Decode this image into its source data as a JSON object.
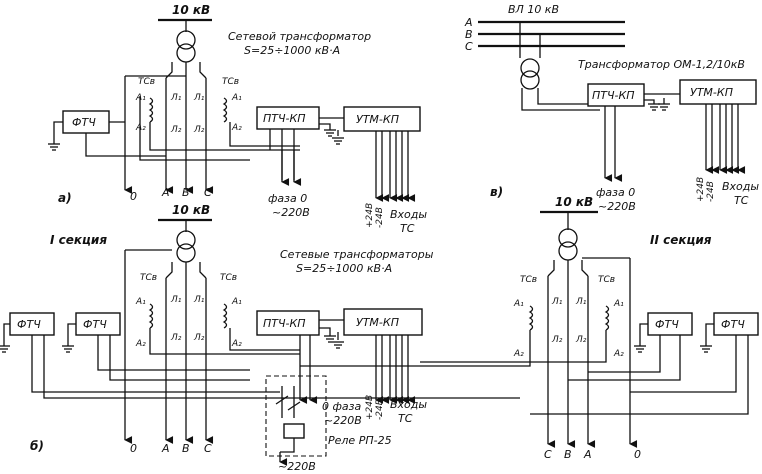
{
  "top_left": {
    "voltage": "10 кВ",
    "title_line1": "Сетевой трансформатор",
    "title_line2": "S=25÷1000 кВ·А",
    "tsv_left": "ТСв",
    "tsv_right": "ТСв",
    "a1": "A₁",
    "a2": "A₂",
    "l1": "Л₁",
    "l2": "Л₂",
    "ftch": "ФТЧ",
    "ptch": "ПТЧ-КП",
    "utm": "УТМ-КП",
    "outputs": [
      "0",
      "A",
      "B",
      "C"
    ],
    "phase_line1": "фаза 0",
    "phase_line2": "~220В",
    "v24a": "+24В",
    "v24b": "-24В",
    "inputs_line1": "Входы",
    "inputs_line2": "ТС",
    "label": "а)"
  },
  "top_right": {
    "line": "ВЛ 10 кВ",
    "phases": [
      "A",
      "B",
      "C"
    ],
    "title": "Трансформатор ОМ-1,2/10кВ",
    "ptch": "ПТЧ-КП",
    "utm": "УТМ-КП",
    "phase_line1": "фаза 0",
    "phase_line2": "~220В",
    "v24a": "+24В",
    "v24b": "-24В",
    "inputs_line1": "Входы",
    "inputs_line2": "ТС",
    "label": "в)"
  },
  "bottom": {
    "voltage_left": "10 кВ",
    "voltage_right": "10 кВ",
    "section1": "I секция",
    "section2": "II секция",
    "title_line1": "Сетевые трансформаторы",
    "title_line2": "S=25÷1000 кВ·А",
    "tsv": "ТСв",
    "a1": "A₁",
    "a2": "A₂",
    "l1": "Л₁",
    "l2": "Л₂",
    "ftch": "ФТЧ",
    "ptch": "ПТЧ-КП",
    "utm": "УТМ-КП",
    "outputs_left": [
      "0",
      "A",
      "B",
      "C"
    ],
    "outputs_right": [
      "C",
      "B",
      "A",
      "0"
    ],
    "phase_line1": "0  фаза",
    "phase_line2": "~220В",
    "v24a": "+24В",
    "v24b": "-24В",
    "inputs_line1": "Входы",
    "inputs_line2": "ТС",
    "relay": "Реле РП-25",
    "relay_v": "~220В",
    "label": "б)"
  }
}
